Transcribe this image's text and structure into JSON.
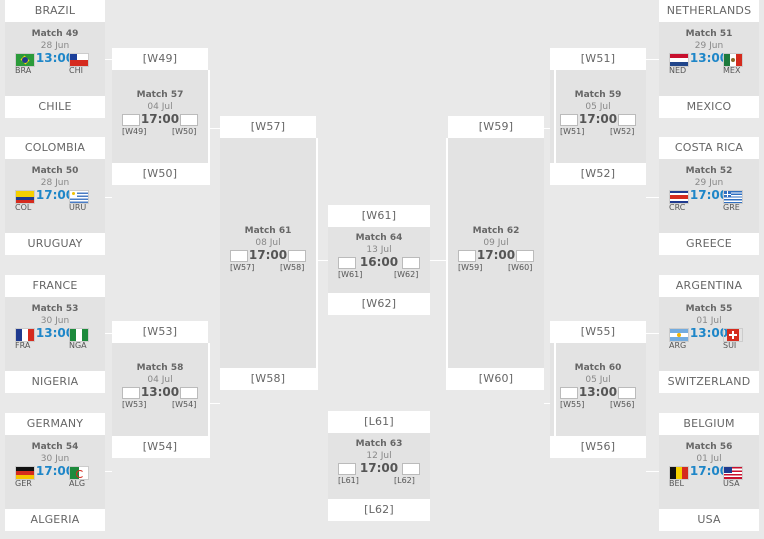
{
  "first_round": [
    {
      "id": "r16-49",
      "match": "Match 49",
      "date": "28 Jun",
      "time": "13:00",
      "home": "BRAZIL",
      "away": "CHILE",
      "home_code": "BRA",
      "away_code": "CHI",
      "home_flag": "brazil-flag-icon",
      "away_flag": "chile-flag-icon"
    },
    {
      "id": "r16-50",
      "match": "Match 50",
      "date": "28 Jun",
      "time": "17:00",
      "home": "COLOMBIA",
      "away": "URUGUAY",
      "home_code": "COL",
      "away_code": "URU",
      "home_flag": "colombia-flag-icon",
      "away_flag": "uruguay-flag-icon"
    },
    {
      "id": "r16-53",
      "match": "Match 53",
      "date": "30 Jun",
      "time": "13:00",
      "home": "FRANCE",
      "away": "NIGERIA",
      "home_code": "FRA",
      "away_code": "NGA",
      "home_flag": "france-flag-icon",
      "away_flag": "nigeria-flag-icon"
    },
    {
      "id": "r16-54",
      "match": "Match 54",
      "date": "30 Jun",
      "time": "17:00",
      "home": "GERMANY",
      "away": "ALGERIA",
      "home_code": "GER",
      "away_code": "ALG",
      "home_flag": "germany-flag-icon",
      "away_flag": "algeria-flag-icon"
    },
    {
      "id": "r16-51",
      "match": "Match 51",
      "date": "29 Jun",
      "time": "13:00",
      "home": "NETHERLANDS",
      "away": "MEXICO",
      "home_code": "NED",
      "away_code": "MEX",
      "home_flag": "netherlands-flag-icon",
      "away_flag": "mexico-flag-icon"
    },
    {
      "id": "r16-52",
      "match": "Match 52",
      "date": "29 Jun",
      "time": "17:00",
      "home": "COSTA RICA",
      "away": "GREECE",
      "home_code": "CRC",
      "away_code": "GRE",
      "home_flag": "costa-rica-flag-icon",
      "away_flag": "greece-flag-icon"
    },
    {
      "id": "r16-55",
      "match": "Match 55",
      "date": "01 Jul",
      "time": "13:00",
      "home": "ARGENTINA",
      "away": "SWITZERLAND",
      "home_code": "ARG",
      "away_code": "SUI",
      "home_flag": "argentina-flag-icon",
      "away_flag": "switzerland-flag-icon"
    },
    {
      "id": "r16-56",
      "match": "Match 56",
      "date": "01 Jul",
      "time": "17:00",
      "home": "BELGIUM",
      "away": "USA",
      "home_code": "BEL",
      "away_code": "USA",
      "home_flag": "belgium-flag-icon",
      "away_flag": "usa-flag-icon"
    }
  ],
  "later_rounds": [
    {
      "id": "qf-57",
      "match": "Match 57",
      "date": "04 Jul",
      "time": "17:00",
      "home": "[W49]",
      "away": "[W50]"
    },
    {
      "id": "qf-58",
      "match": "Match 58",
      "date": "04 Jul",
      "time": "13:00",
      "home": "[W53]",
      "away": "[W54]"
    },
    {
      "id": "qf-59",
      "match": "Match 59",
      "date": "05 Jul",
      "time": "17:00",
      "home": "[W51]",
      "away": "[W52]"
    },
    {
      "id": "qf-60",
      "match": "Match 60",
      "date": "05 Jul",
      "time": "13:00",
      "home": "[W55]",
      "away": "[W56]"
    },
    {
      "id": "sf-61",
      "match": "Match 61",
      "date": "08 Jul",
      "time": "17:00",
      "home": "[W57]",
      "away": "[W58]"
    },
    {
      "id": "sf-62",
      "match": "Match 62",
      "date": "09 Jul",
      "time": "17:00",
      "home": "[W59]",
      "away": "[W60]"
    },
    {
      "id": "final-64",
      "match": "Match 64",
      "date": "13 Jul",
      "time": "16:00",
      "home": "[W61]",
      "away": "[W62]"
    },
    {
      "id": "third-63",
      "match": "Match 63",
      "date": "12 Jul",
      "time": "17:00",
      "home": "[L61]",
      "away": "[L62]"
    }
  ],
  "colors": {
    "background": "#e9e9e9",
    "card": "#e3e3e3",
    "label_bg": "#ffffff",
    "time_blue": "#1e86c8",
    "text": "#666666"
  }
}
